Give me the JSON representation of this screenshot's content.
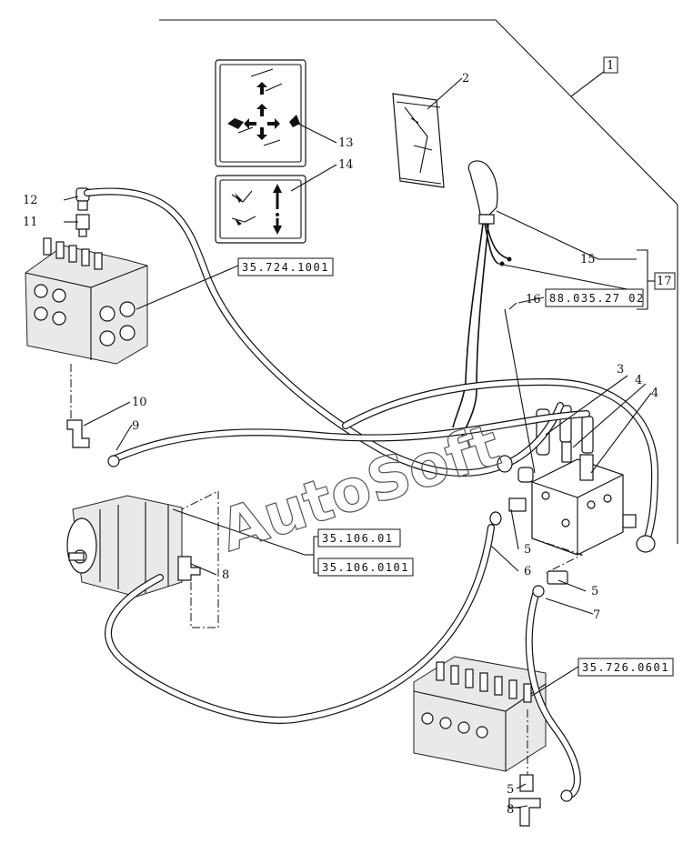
{
  "callouts": {
    "n1": "1",
    "n2": "2",
    "n3": "3",
    "n4a": "4",
    "n4b": "4",
    "n5a": "5",
    "n5b": "5",
    "n5c": "5",
    "n6": "6",
    "n7": "7",
    "n8a": "8",
    "n8b": "8",
    "n9": "9",
    "n10": "10",
    "n11": "11",
    "n12": "12",
    "n13": "13",
    "n14": "14",
    "n15": "15",
    "n16": "16",
    "n17": "17"
  },
  "references": {
    "r1": "35.724.1001",
    "r2": "88.035.27 02",
    "r3": "35.106.01",
    "r4": "35.106.0101",
    "r5": "35.726.0601"
  },
  "watermark": "AutoSoft"
}
